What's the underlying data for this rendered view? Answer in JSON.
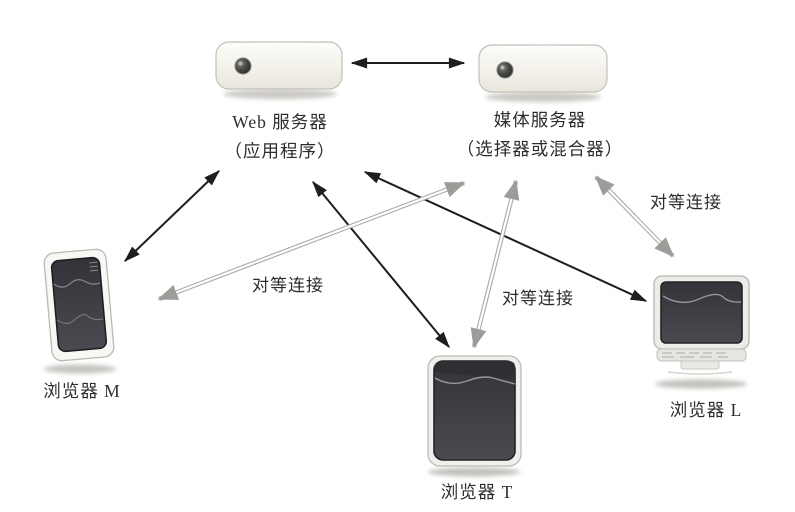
{
  "figure": {
    "nodes": {
      "web_server": {
        "name": "Web 服务器",
        "role": "（应用程序）"
      },
      "media_server": {
        "name": "媒体服务器",
        "role": "（选择器或混合器）"
      },
      "browser_m": {
        "name": "浏览器 M"
      },
      "browser_t": {
        "name": "浏览器 T"
      },
      "browser_l": {
        "name": "浏览器 L"
      }
    },
    "edge_labels": {
      "peer_media_browser_m": "对等连接",
      "peer_media_browser_t": "对等连接",
      "peer_media_browser_l": "对等连接"
    },
    "colors": {
      "background": "#ffffff",
      "signal_arrow": "#1e1e1e",
      "peer_arrow": "#a0a09c",
      "text": "#2d2d2d"
    }
  }
}
